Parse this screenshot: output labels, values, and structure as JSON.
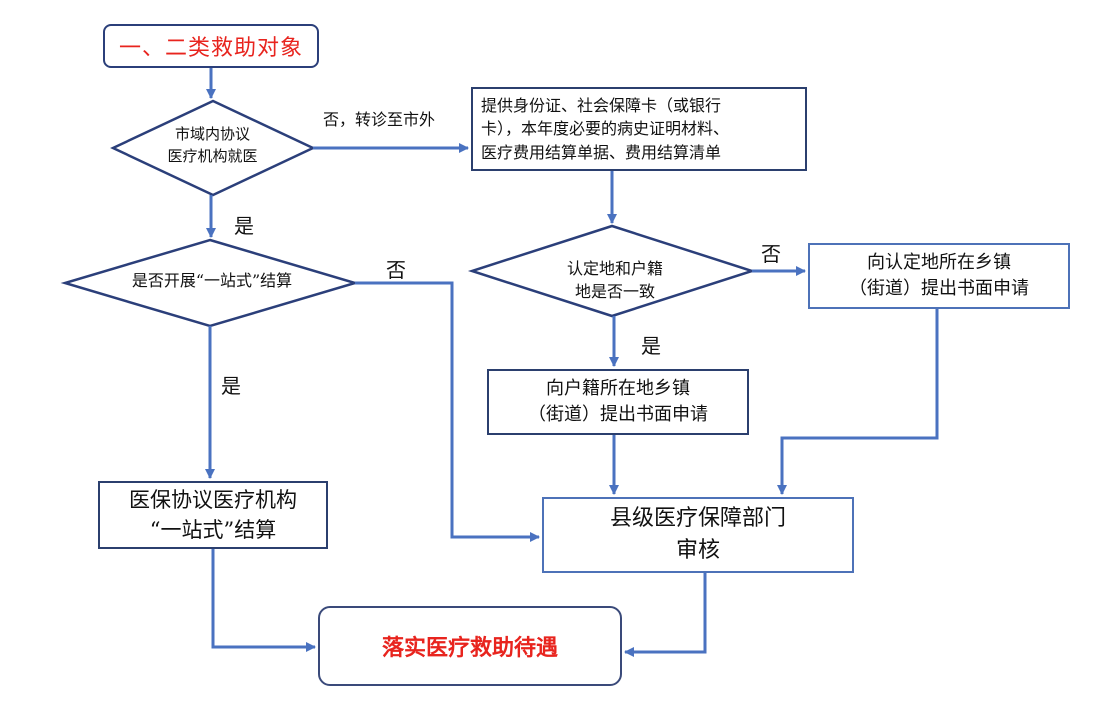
{
  "title": "一、二类救助对象",
  "nodes": {
    "decision_city": "市域内协议\n医疗机构就医",
    "docs": "提供身份证、社会保障卡（或银行\n卡），本年度必要的病史证明材料、\n医疗费用结算单据、费用结算清单",
    "decision_onestop": "是否开展“一站式”结算",
    "decision_consistent": "认定地和户籍\n地是否一致",
    "town_apply_recognized": "向认定地所在乡镇\n（街道）提出书面申请",
    "town_apply_hukou": "向户籍所在地乡镇\n（街道）提出书面申请",
    "onestop_settlement": "医保协议医疗机构\n“一站式”结算",
    "county_review": "县级医疗保障部门\n审核",
    "final": "落实医疗救助待遇"
  },
  "edge_labels": {
    "transfer_out": "否，转诊至市外",
    "yes_city": "是",
    "no_onestop": "否",
    "yes_onestop": "是",
    "no_consistent": "否",
    "yes_consistent": "是"
  },
  "colors": {
    "arrow": "#4a72c0",
    "title_text": "#e8241e",
    "final_text": "#e8241e",
    "border_dark": "#2b3f6e",
    "border_light": "#4d72b8"
  }
}
